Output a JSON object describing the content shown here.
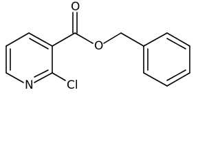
{
  "molecule": {
    "atom_labels": {
      "carbonyl_oxygen": "O",
      "ester_oxygen": "O",
      "ring_nitrogen": "N",
      "chlorine": "Cl"
    },
    "colors": {
      "bond": "#000000",
      "label": "#000000",
      "background": "#ffffff"
    }
  }
}
